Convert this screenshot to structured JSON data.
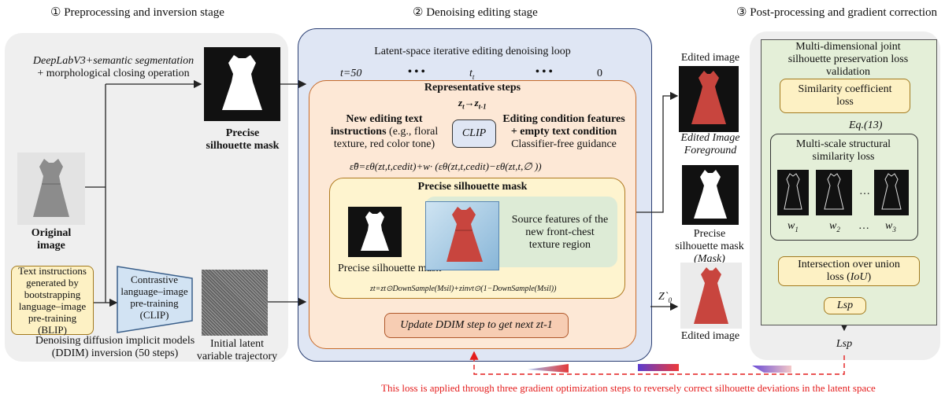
{
  "stages": {
    "s1": "① Preprocessing and inversion stage",
    "s2": "② Denoising editing stage",
    "s3": "③ Post-processing and gradient correction"
  },
  "left": {
    "deeplab_line1": "DeepLabV3+semantic segmentation",
    "deeplab_line2": "+ morphological closing operation",
    "mask_label_line1": "Precise",
    "mask_label_line2": "silhouette mask",
    "original_line1": "Original",
    "original_line2": "image",
    "blip_text": "Text instructions generated by bootstrapping language–image pre-training (BLIP)",
    "clip_text": "Contrastive language–image pre-training (CLIP)",
    "noise_label_line1": "Initial latent",
    "noise_label_line2": "variable trajectory",
    "ddim_line1": "Denoising diffusion implicit models",
    "ddim_line2": "(DDIM) inversion (50 steps)"
  },
  "middle": {
    "loop_title": "Latent-space iterative editing denoising loop",
    "t50": "t=50",
    "dots1": "• • •",
    "tt": "tt",
    "dots2": "• • •",
    "zero": "0",
    "rep_steps": "Representative steps",
    "zt_label": "zt→zt-1",
    "clip": "CLIP",
    "new_edit_line1": "New editing text",
    "new_edit_line2": "instructions (e.g., floral",
    "new_edit_line3": "texture, red color tone)",
    "cond_line1": "Editing condition features",
    "cond_line2": "+ empty text condition",
    "cond_line3": "Classifier-free guidance",
    "guidance_formula": "ε̃θ=εθ(zt,t,cedit)+w·  (εθ(zt,t,cedit)−εθ(zt,t,∅ ))",
    "mask_box_title": "Precise silhouette mask",
    "source_feat_line1": "Source features of the",
    "source_feat_line2": "new front-chest",
    "source_feat_line3": "texture region",
    "mask_caption": "Precise silhouette mask",
    "blend_formula": "zt=zt⊙DownSample(Msil)+zinvt⊙(1−DownSample(Msil))",
    "update_step": "Update DDIM step to get next zt-1"
  },
  "right_mid": {
    "edited_top": "Edited image",
    "fg_line1": "Edited Image",
    "fg_line2": "Foreground",
    "mask_line1": "Precise",
    "mask_line2": "silhouette mask",
    "mask_line3": "(Mask)",
    "z0": "Z`0",
    "edited_bottom": "Edited image"
  },
  "right": {
    "title_line1": "Multi-dimensional joint",
    "title_line2": "silhouette preservation loss",
    "title_line3": "validation",
    "sim_line1": "Similarity coefficient",
    "sim_line2": "loss",
    "eq": "Eq.(13)",
    "msssim_line1": "Multi-scale structural",
    "msssim_line2": "similarity loss",
    "dots": "…",
    "dots2": "…",
    "w1": "w1",
    "w2": "w2",
    "w3": "w3",
    "iou_line1": "Intersection over union",
    "iou_line2": "loss (IoU)",
    "lsp1": "Lsp",
    "lsp2": "Lsp"
  },
  "footer": {
    "loss_note": "This loss is applied through three gradient optimization steps to reversely correct silhouette deviations in the latent space"
  },
  "colors": {
    "loop_red": "#e41d1d",
    "peach": "#fde8d6",
    "blue_panel": "#dfe6f4",
    "green_inner": "#e4efd8",
    "dress_red": "#c8453e"
  }
}
